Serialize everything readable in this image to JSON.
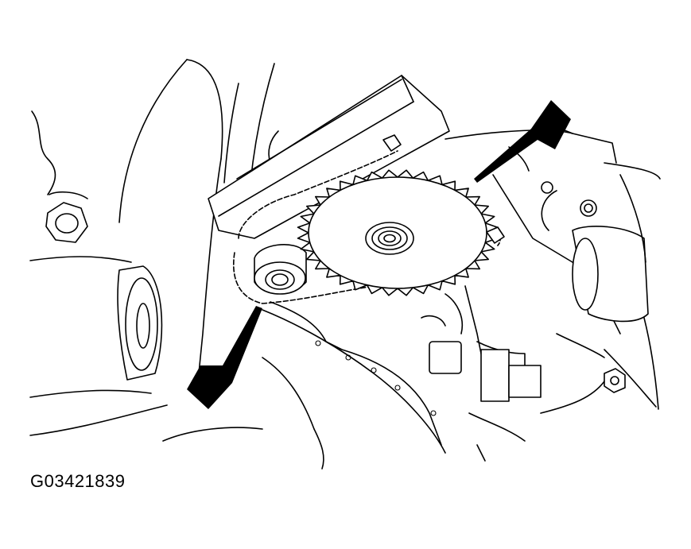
{
  "figure": {
    "code": "G03421839"
  },
  "icons": {
    "arrow_upper": "arrow-pointer",
    "arrow_lower": "arrow-pointer"
  },
  "colors": {
    "line": "#000000",
    "background": "#ffffff"
  }
}
